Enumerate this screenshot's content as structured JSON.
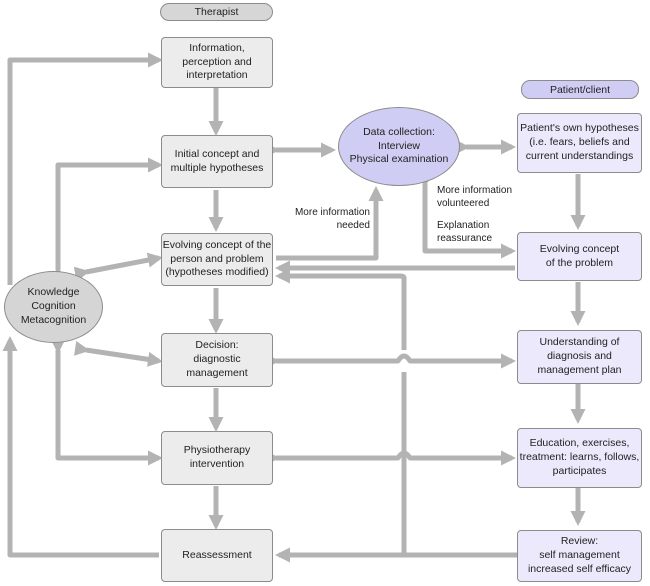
{
  "headers": {
    "therapist": "Therapist",
    "patient": "Patient/client"
  },
  "therapist_boxes": {
    "info": "Information,\nperception and\ninterpretation",
    "initial": "Initial concept and\nmultiple hypotheses",
    "evolving": "Evolving concept of the\nperson and problem\n(hypotheses modified)",
    "decision": "Decision:\ndiagnostic management",
    "physio": "Physiotherapy\nintervention",
    "reassess": "Reassessment"
  },
  "patient_boxes": {
    "hypotheses": "Patient's own hypotheses\n(i.e. fears, beliefs and\ncurrent understandings",
    "evolving": "Evolving concept\nof the problem",
    "understanding": "Understanding of\ndiagnosis and\nmanagement plan",
    "education": "Education, exercises,\ntreatment: learns, follows,\nparticipates",
    "review": "Review:\nself management\nincreased self efficacy"
  },
  "centre": {
    "data_collection": "Data collection:\nInterview\nPhysical examination",
    "knowledge": "Knowledge\nCognition\nMetacognition"
  },
  "labels": {
    "more_info_needed": "More information\nneeded",
    "more_info_volunteered": "More information\nvolunteered",
    "explanation": "Explanation\nreassurance"
  },
  "colors": {
    "arrow": "#b3b3b3",
    "therapist_fill": "#ececec",
    "patient_fill": "#ebe9fb",
    "header_grey": "#d6d6d6",
    "header_purple": "#cfcdf3"
  }
}
